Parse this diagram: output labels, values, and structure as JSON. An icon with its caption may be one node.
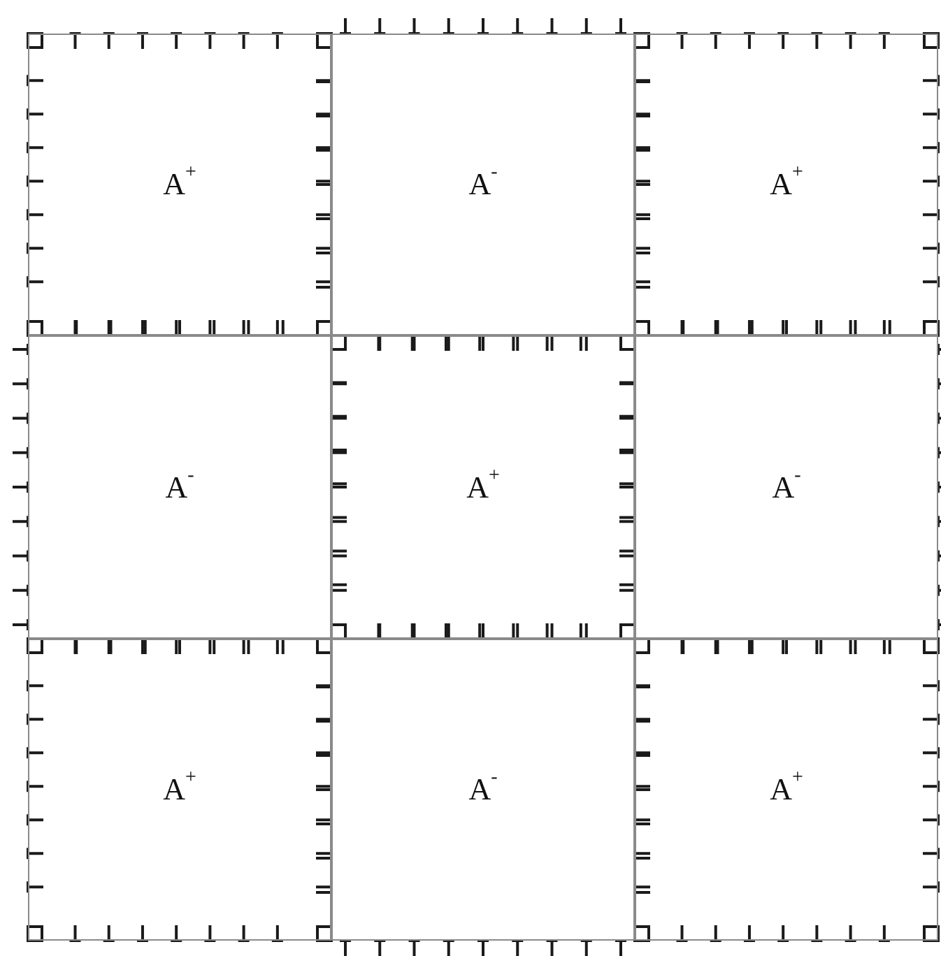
{
  "diagram": {
    "nodes": [
      {
        "text": [
          "A$^{+}$"
        ]
      },
      {
        "text": [
          "A$^{-}$"
        ]
      },
      {
        "text": [
          "A$^{+}$"
        ]
      },
      {
        "text": [
          "A$^{-}$"
        ]
      },
      {
        "text": [
          "A$^{+}$"
        ]
      },
      {
        "text": [
          "A$^{-}$"
        ]
      },
      {
        "text": [
          "A$^{+}$"
        ]
      },
      {
        "text": [
          "A$^{-}$"
        ]
      },
      {
        "text": [
          "A$^{+}$"
        ]
      }
    ]
  }
}
